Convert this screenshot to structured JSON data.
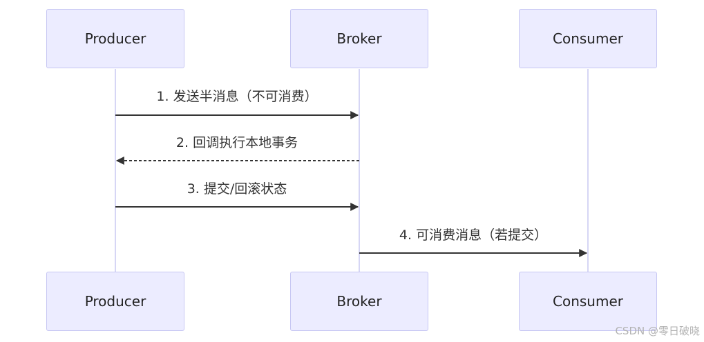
{
  "participants": [
    {
      "id": "producer",
      "label": "Producer"
    },
    {
      "id": "broker",
      "label": "Broker"
    },
    {
      "id": "consumer",
      "label": "Consumer"
    }
  ],
  "messages": [
    {
      "from": "producer",
      "to": "broker",
      "label": "1. 发送半消息（不可消费）",
      "style": "solid"
    },
    {
      "from": "broker",
      "to": "producer",
      "label": "2. 回调执行本地事务",
      "style": "dashed"
    },
    {
      "from": "producer",
      "to": "broker",
      "label": "3. 提交/回滚状态",
      "style": "solid"
    },
    {
      "from": "broker",
      "to": "consumer",
      "label": "4. 可消费消息（若提交）",
      "style": "solid"
    }
  ],
  "watermark": "CSDN @零日破晓",
  "colors": {
    "actor_fill": "#ececff",
    "actor_border": "#c6c6f3",
    "lifeline": "#d6d6f5",
    "arrow": "#333333"
  }
}
